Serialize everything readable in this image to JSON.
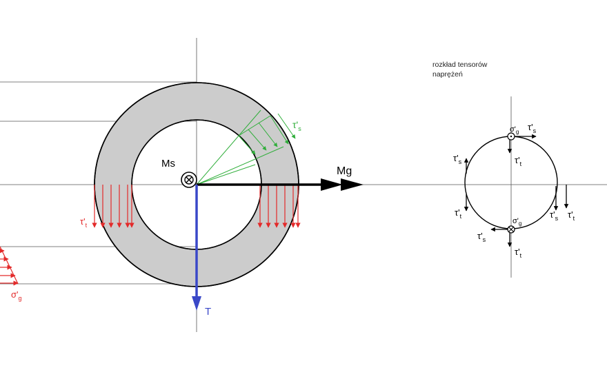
{
  "title_line1": "rozkład tensorów",
  "title_line2": "naprężeń",
  "labels": {
    "ms": "Ms",
    "mg": "Mg",
    "t": "T",
    "tau_t_left": "τ'",
    "tau_t_left_sub": "t",
    "sigma_left": "σ'",
    "sigma_left_sub": "g",
    "tau_s_green": "τ'",
    "tau_s_green_sub": "s"
  },
  "small": {
    "sigma_top": "σ'",
    "sigma_top_sub": "g",
    "tau_s_top": "τ'",
    "tau_s_top_sub": "s",
    "tau_t_top": "τ'",
    "tau_t_top_sub": "t",
    "tau_s_left": "τ'",
    "tau_s_left_sub": "s",
    "tau_t_leftlow": "τ'",
    "tau_t_leftlow_sub": "t",
    "tau_s_right": "τ'",
    "tau_s_right_sub": "s",
    "tau_t_right": "τ'",
    "tau_t_right_sub": "t",
    "sigma_bottom": "σ'",
    "sigma_bottom_sub": "g",
    "tau_s_bottom": "τ'",
    "tau_s_bottom_sub": "s",
    "tau_t_bottom": "τ'",
    "tau_t_bottom_sub": "t"
  },
  "colors": {
    "ring": "#cccccc",
    "red": "#e32a2a",
    "green": "#2fae3a",
    "blue": "#3a48c8",
    "black": "#000000",
    "gridline": "#555555"
  }
}
